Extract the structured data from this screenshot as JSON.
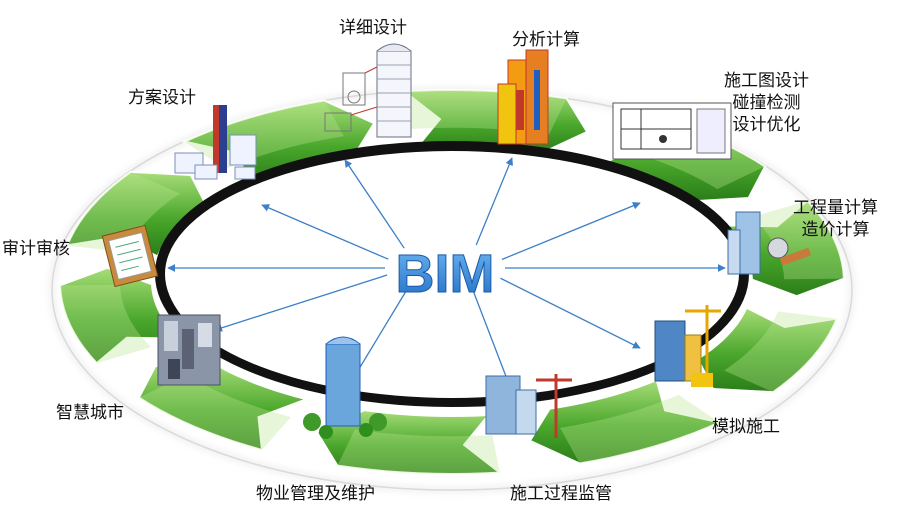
{
  "center_label": "BIM",
  "stages": [
    {
      "id": "scheme",
      "label": "方案设计"
    },
    {
      "id": "detail",
      "label": "详细设计"
    },
    {
      "id": "analysis",
      "label": "分析计算"
    },
    {
      "id": "construction_drawing",
      "lines": [
        "施工图设计",
        "碰撞检测",
        "设计优化"
      ]
    },
    {
      "id": "quantity",
      "lines": [
        "工程量计算",
        "造价计算"
      ]
    },
    {
      "id": "simulation",
      "label": "模拟施工"
    },
    {
      "id": "supervision",
      "label": "施工过程监管"
    },
    {
      "id": "facility",
      "label": "物业管理及维护"
    },
    {
      "id": "smart_city",
      "label": "智慧城市"
    },
    {
      "id": "audit",
      "label": "审计审核"
    }
  ],
  "colors": {
    "green_dark": "#2f8f1e",
    "green_light": "#9ad66a",
    "ring_black": "#111111",
    "arrow_blue": "#3d7fc8",
    "bim_blue": "#3a8ddc"
  }
}
